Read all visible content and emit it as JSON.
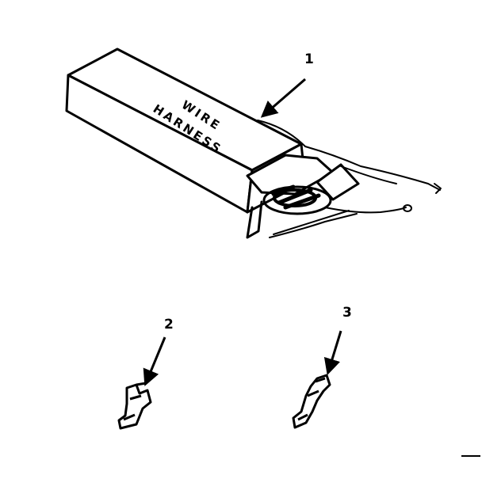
{
  "package": {
    "label_line1": "WIRE",
    "label_line2": "HARNESS"
  },
  "callouts": [
    {
      "number": "1",
      "part": "wire-harness-package"
    },
    {
      "number": "2",
      "part": "terminal"
    },
    {
      "number": "3",
      "part": "terminal"
    }
  ],
  "colors": {
    "ink": "#000000",
    "paper": "#ffffff"
  }
}
